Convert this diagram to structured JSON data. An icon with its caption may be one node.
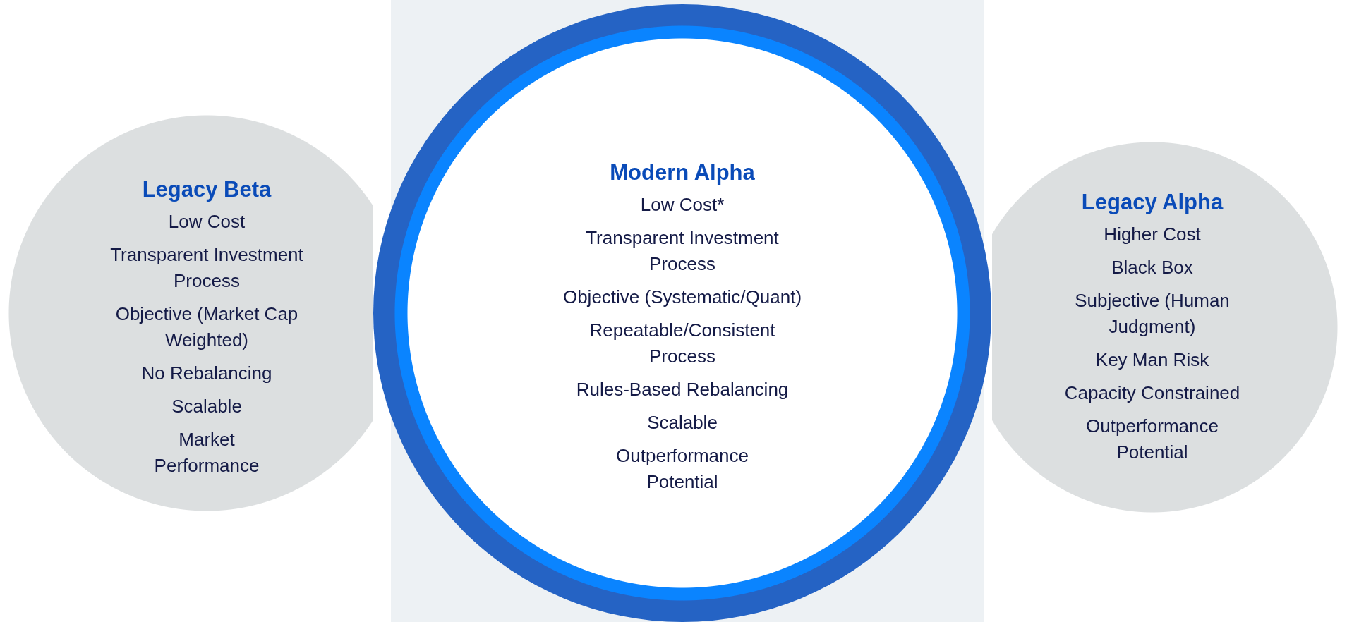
{
  "diagram": {
    "nodes": [
      {
        "text": [
          "Legacy Beta",
          "Low Cost",
          "Transparent Investment Process",
          "Objective (Market Cap Weighted)",
          "No Rebalancing",
          "Scalable",
          "Market Performance"
        ]
      },
      {
        "text": [
          "Legacy Alpha",
          "Higher Cost",
          "Black Box",
          "Subjective (Human Judgment)",
          "Key Man Risk",
          "Capacity Constrained",
          "Outperformance Potential"
        ]
      },
      {
        "text": [
          "Modern Alpha",
          "Low Cost*",
          "Transparent Investment Process",
          "Objective (Systematic/Quant)",
          "Repeatable/Consistent Process",
          "Rules-Based Rebalancing",
          "Scalable",
          "Outperformance Potential"
        ]
      }
    ]
  }
}
